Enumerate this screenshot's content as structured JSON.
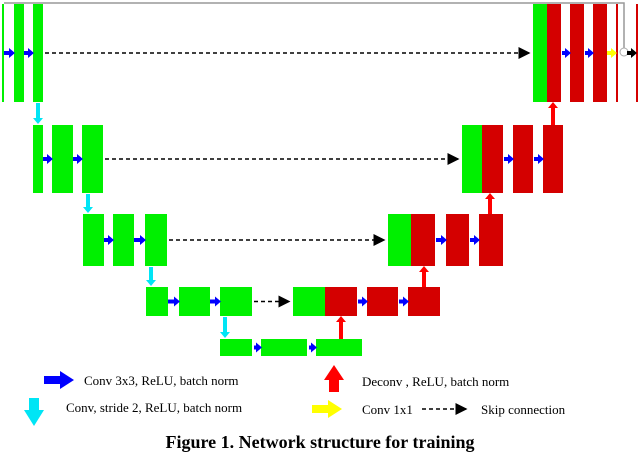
{
  "colors": {
    "encoder_block": "#00f000",
    "decoder_block": "#d40000",
    "conv3x3_arrow": "#0000ff",
    "stride_arrow": "#00e5f5",
    "deconv_arrow": "#ff0000",
    "conv1x1_arrow": "#ffff00",
    "skip_arrow": "#000000",
    "residual_line": "#999999"
  },
  "legend": {
    "conv3x3": "Conv 3x3, ReLU, batch norm",
    "stride": "Conv, stride 2, ReLU, batch norm",
    "deconv": "Deconv , ReLU, batch norm",
    "conv1x1": "Conv 1x1",
    "skip": "Skip connection"
  },
  "caption": "Figure 1. Network structure for training"
}
